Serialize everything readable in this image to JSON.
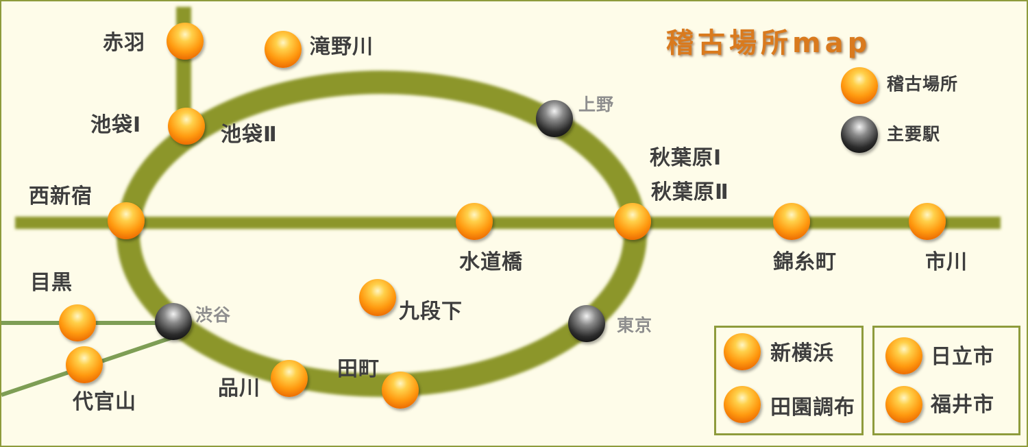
{
  "title": "稽古場所map",
  "colors": {
    "line": "#8c962c",
    "side_line": "#7e9e55",
    "box_border": "#8e9b3c",
    "accent": "#d97a1e"
  },
  "icons": {
    "practice_place": "orange-circle-icon",
    "main_station": "black-circle-icon"
  },
  "legend": [
    {
      "label": "稽古場所",
      "icon": "orange-circle-icon"
    },
    {
      "label": "主要駅",
      "icon": "black-circle-icon"
    }
  ],
  "practice_places": [
    {
      "label": "赤羽"
    },
    {
      "label": "滝野川"
    },
    {
      "label": "池袋Ⅰ"
    },
    {
      "label": "池袋Ⅱ"
    },
    {
      "label": "西新宿"
    },
    {
      "label": "水道橋"
    },
    {
      "label": "秋葉原Ⅰ"
    },
    {
      "label": "秋葉原Ⅱ"
    },
    {
      "label": "錦糸町"
    },
    {
      "label": "市川"
    },
    {
      "label": "目黒"
    },
    {
      "label": "代官山"
    },
    {
      "label": "九段下"
    },
    {
      "label": "品川"
    },
    {
      "label": "田町"
    }
  ],
  "main_stations": [
    {
      "label": "上野"
    },
    {
      "label": "渋谷"
    },
    {
      "label": "東京"
    }
  ],
  "boxes": [
    {
      "items": [
        "新横浜",
        "田園調布"
      ]
    },
    {
      "items": [
        "日立市",
        "福井市"
      ]
    }
  ]
}
